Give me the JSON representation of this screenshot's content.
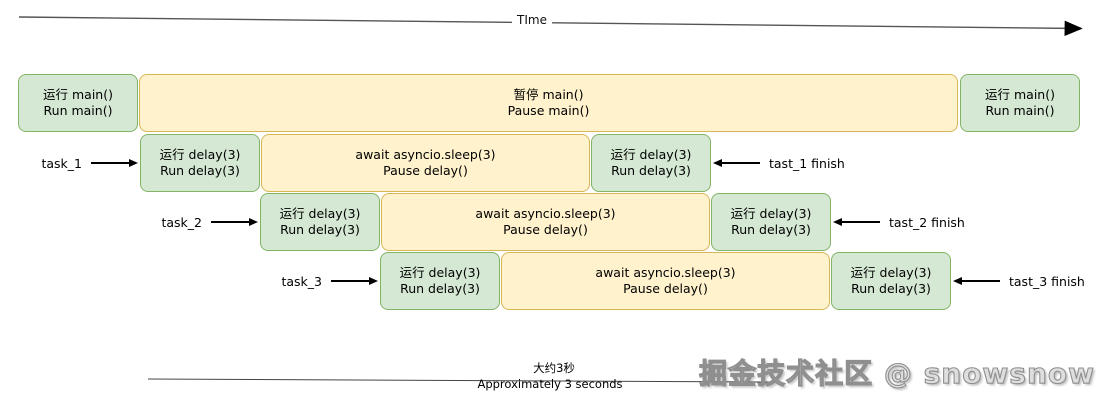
{
  "timeline": {
    "label": "TIme"
  },
  "main_row": {
    "run_start": {
      "line1": "运行 main()",
      "line2": "Run main()"
    },
    "pause": {
      "line1": "暂停 main()",
      "line2": "Pause main()"
    },
    "run_end": {
      "line1": "运行 main()",
      "line2": "Run main()"
    }
  },
  "tasks": [
    {
      "label": "task_1",
      "finish_label": "tast_1 finish",
      "run_start": {
        "line1": "运行 delay(3)",
        "line2": "Run delay(3)"
      },
      "sleep": {
        "line1": "await asyncio.sleep(3)",
        "line2": "Pause delay()"
      },
      "run_end": {
        "line1": "运行 delay(3)",
        "line2": "Run delay(3)"
      }
    },
    {
      "label": "task_2",
      "finish_label": "tast_2 finish",
      "run_start": {
        "line1": "运行 delay(3)",
        "line2": "Run delay(3)"
      },
      "sleep": {
        "line1": "await asyncio.sleep(3)",
        "line2": "Pause delay()"
      },
      "run_end": {
        "line1": "运行 delay(3)",
        "line2": "Run delay(3)"
      }
    },
    {
      "label": "task_3",
      "finish_label": "tast_3 finish",
      "run_start": {
        "line1": "运行 delay(3)",
        "line2": "Run delay(3)"
      },
      "sleep": {
        "line1": "await asyncio.sleep(3)",
        "line2": "Pause delay()"
      },
      "run_end": {
        "line1": "运行 delay(3)",
        "line2": "Run delay(3)"
      }
    }
  ],
  "duration_note": {
    "line1": "大约3秒",
    "line2": "Approximately 3 seconds"
  },
  "watermark": "掘金技术社区 @ snowsnow",
  "colors": {
    "run_fill": "#d5e8d4",
    "run_border": "#82b366",
    "pause_fill": "#fff2cc",
    "pause_border": "#d6b656",
    "arrow": "#000000"
  }
}
